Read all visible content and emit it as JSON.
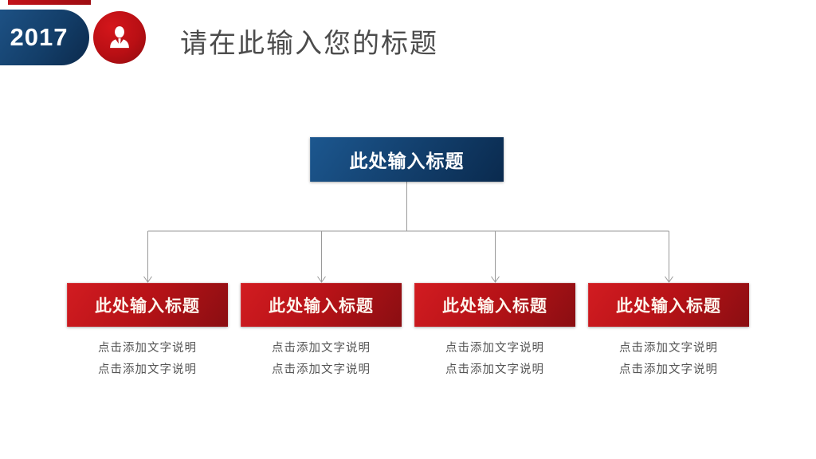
{
  "header": {
    "year": "2017",
    "title": "请在此输入您的标题"
  },
  "diagram": {
    "root": {
      "label": "此处输入标题"
    },
    "children": [
      {
        "label": "此处输入标题",
        "captions": [
          "点击添加文字说明",
          "点击添加文字说明"
        ]
      },
      {
        "label": "此处输入标题",
        "captions": [
          "点击添加文字说明",
          "点击添加文字说明"
        ]
      },
      {
        "label": "此处输入标题",
        "captions": [
          "点击添加文字说明",
          "点击添加文字说明"
        ]
      },
      {
        "label": "此处输入标题",
        "captions": [
          "点击添加文字说明",
          "点击添加文字说明"
        ]
      }
    ]
  },
  "icons": {
    "person_badge": "person-icon"
  },
  "colors": {
    "accent_red_strip": "#c3131a",
    "red_box_light": "#d21c21",
    "red_box_dark": "#8a0e12",
    "blue_box_light": "#1c578f",
    "blue_box_dark": "#0a2a4e",
    "pill_blue": "#133e69",
    "badge_red": "#b90f14",
    "connector_gray": "#999999",
    "title_gray": "#4c4c4c",
    "caption_gray": "#555555"
  }
}
